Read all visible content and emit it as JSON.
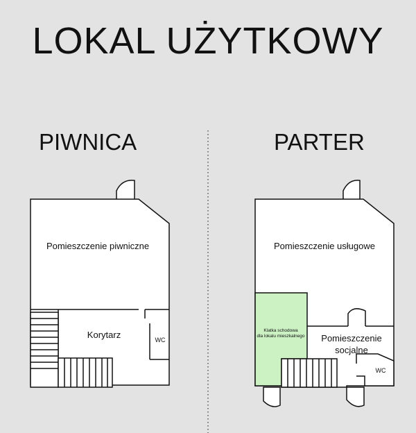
{
  "title": "LOKAL UŻYTKOWY",
  "sections": {
    "left": "PIWNICA",
    "right": "PARTER"
  },
  "rooms": {
    "basement_room": "Pomieszczenie piwniczne",
    "corridor": "Korytarz",
    "wc_left": "WC",
    "service_room": "Pomieszczenie usługowe",
    "staircase_line1": "Klatka schodowa",
    "staircase_line2": "dla lokalu mieszkalnego",
    "social_line1": "Pomieszczenie",
    "social_line2": "socjalne",
    "wc_right": "WC"
  },
  "colors": {
    "background": "#e3e3e3",
    "wall": "#111111",
    "room_fill": "#ffffff",
    "staircase_fill": "#ccf2c4"
  }
}
